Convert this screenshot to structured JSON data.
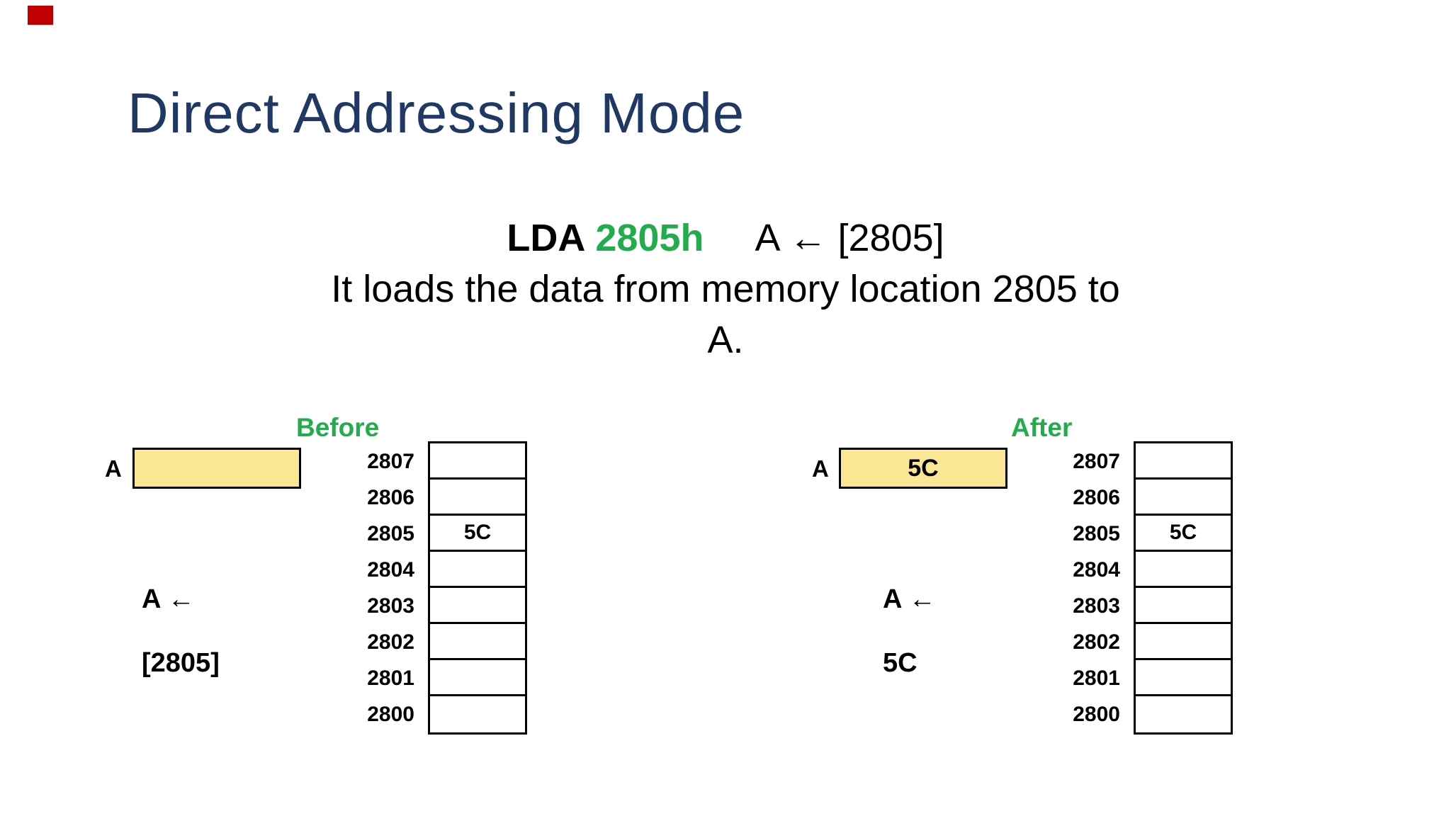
{
  "slide": {
    "title": "Direct Addressing Mode"
  },
  "instruction": {
    "mnemonic": "LDA",
    "operand": "2805h",
    "effect": "A ← [2805]",
    "description_line1": "It loads the data from memory location 2805 to",
    "description_line2": "A."
  },
  "colors": {
    "title_navy": "#1F3864",
    "accent_green": "#21AD4B",
    "register_fill": "#FBE693",
    "marker_red": "#C00000",
    "text": "#000000"
  },
  "panels": [
    {
      "label": "Before",
      "register_name": "A",
      "register_value": "",
      "caption_line1": "A ←",
      "caption_line2": "[2805]",
      "memory_addresses": [
        "2807",
        "2806",
        "2805",
        "2804",
        "2803",
        "2802",
        "2801",
        "2800"
      ],
      "memory_values": [
        "",
        "",
        "5C",
        "",
        "",
        "",
        "",
        ""
      ]
    },
    {
      "label": "After",
      "register_name": "A",
      "register_value": "5C",
      "caption_line1": "A ←",
      "caption_line2": "5C",
      "memory_addresses": [
        "2807",
        "2806",
        "2805",
        "2804",
        "2803",
        "2802",
        "2801",
        "2800"
      ],
      "memory_values": [
        "",
        "",
        "5C",
        "",
        "",
        "",
        "",
        ""
      ]
    }
  ]
}
